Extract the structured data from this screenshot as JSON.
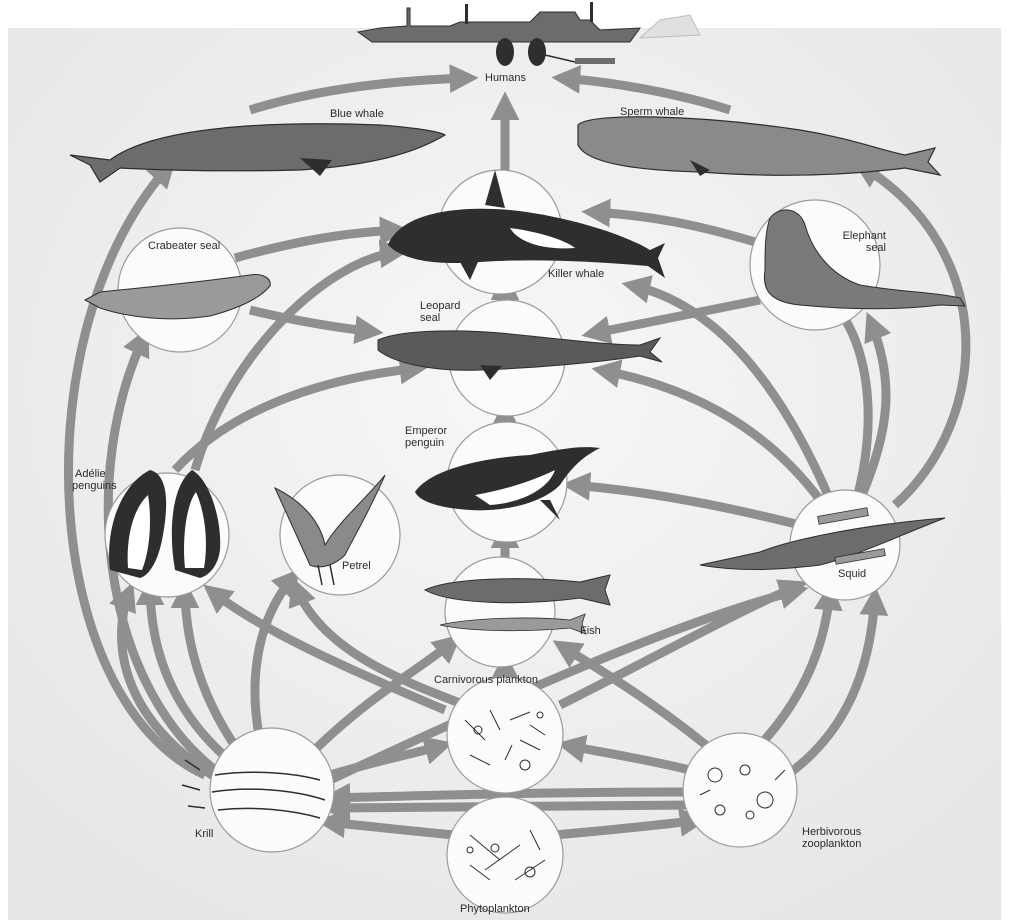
{
  "labels": {
    "humans": "Humans",
    "blue_whale": "Blue whale",
    "sperm_whale": "Sperm whale",
    "crabeater_seal": "Crabeater seal",
    "killer_whale": "Killer whale",
    "elephant_seal_1": "Elephant",
    "elephant_seal_2": "seal",
    "leopard_seal_1": "Leopard",
    "leopard_seal_2": "seal",
    "emperor_penguin_1": "Emperor",
    "emperor_penguin_2": "penguin",
    "adelie_1": "Adélie",
    "adelie_2": "penguins",
    "petrel": "Petrel",
    "squid": "Squid",
    "fish": "Fish",
    "carnivorous_plankton": "Carnivorous plankton",
    "krill": "Krill",
    "herbivorous_1": "Herbivorous",
    "herbivorous_2": "zooplankton",
    "phytoplankton": "Phytoplankton"
  },
  "colors": {
    "arrow": "#8f8f8f",
    "node_fill": "#fbfbfb",
    "node_stroke": "#9a9a9a",
    "animal_dark": "#2e2e2e",
    "animal_mid": "#6c6c6c",
    "animal_light": "#bdbdbd"
  }
}
